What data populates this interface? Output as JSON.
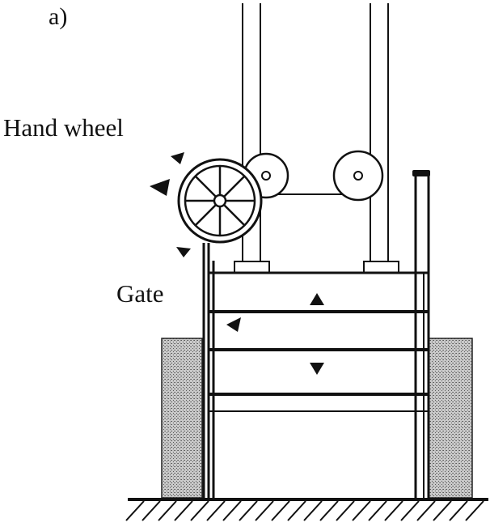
{
  "labels": {
    "panel": "a)",
    "hand_wheel": "Hand wheel",
    "gate": "Gate"
  },
  "colors": {
    "line": "#111111",
    "background": "#ffffff",
    "stipple": "#8a8a8a"
  },
  "icons": [
    "hand-wheel",
    "pulley",
    "rotation-arrow",
    "motion-arrow",
    "ground-hatching"
  ]
}
